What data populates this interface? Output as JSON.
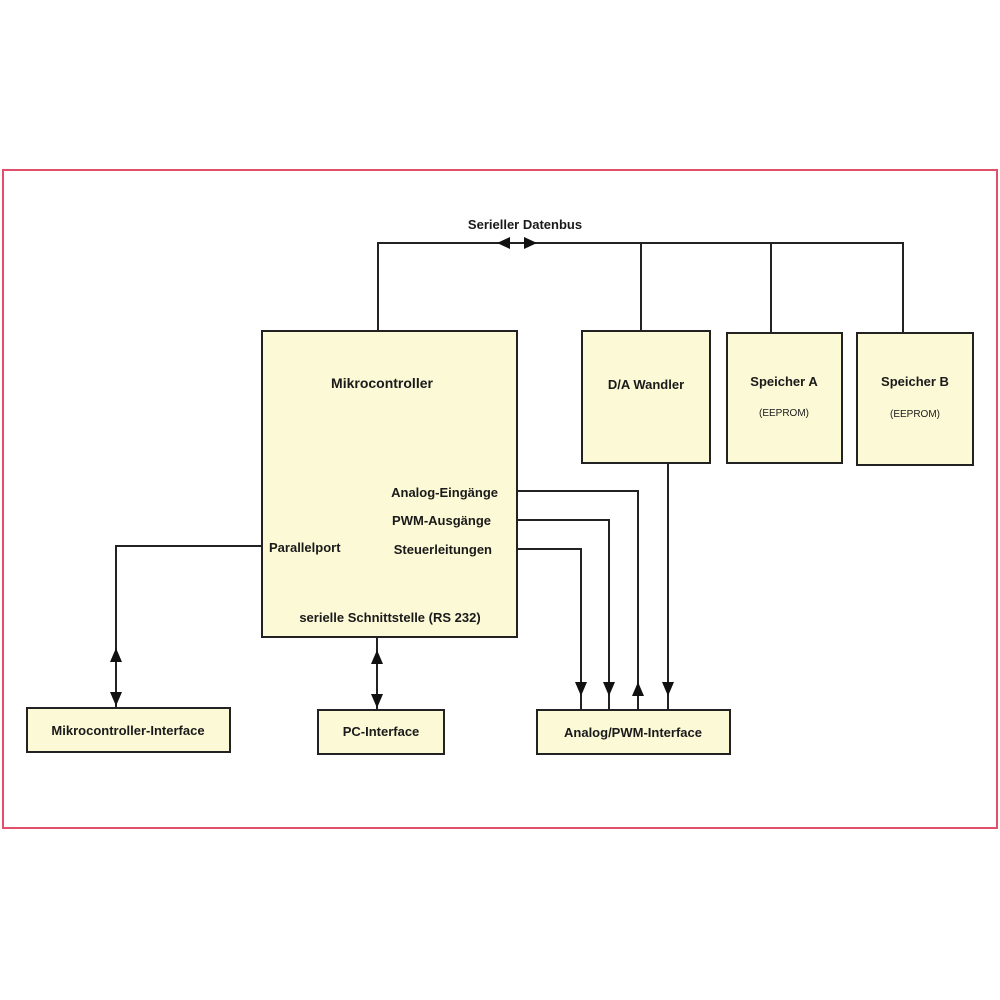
{
  "colors": {
    "frame": "#e0506a",
    "box_fill": "#fcf9d6",
    "line": "#222222"
  },
  "bus": {
    "label": "Serieller Datenbus"
  },
  "mikrocontroller": {
    "title": "Mikrocontroller",
    "ports": {
      "analog": "Analog-Eingänge",
      "pwm": "PWM-Ausgänge",
      "steuer": "Steuerleitungen",
      "parallel": "Parallelport",
      "seriell": "serielle Schnittstelle (RS 232)"
    }
  },
  "da": {
    "title": "D/A Wandler"
  },
  "speicher_a": {
    "title": "Speicher A",
    "sub": "(EEPROM)"
  },
  "speicher_b": {
    "title": "Speicher B",
    "sub": "(EEPROM)"
  },
  "mc_interface": {
    "title": "Mikrocontroller-Interface"
  },
  "pc_interface": {
    "title": "PC-Interface"
  },
  "analog_interface": {
    "title": "Analog/PWM-Interface"
  }
}
